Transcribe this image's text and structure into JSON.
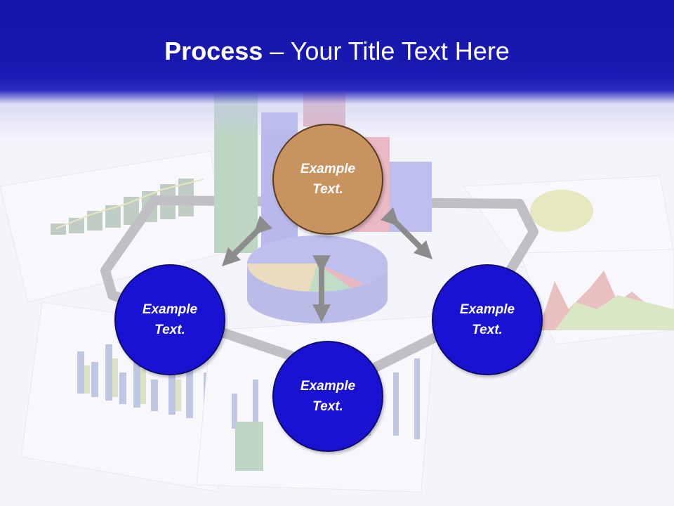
{
  "title": {
    "bold": "Process",
    "rest": " – Your Title Text Here"
  },
  "nodes": {
    "top": "Example Text.",
    "left": "Example Text.",
    "right": "Example Text.",
    "bottom": "Example Text."
  },
  "colors": {
    "header": "#1414a8",
    "node_blue": "#1a12d3",
    "node_orange": "#c8935f",
    "arrow": "#8c8c8c"
  }
}
